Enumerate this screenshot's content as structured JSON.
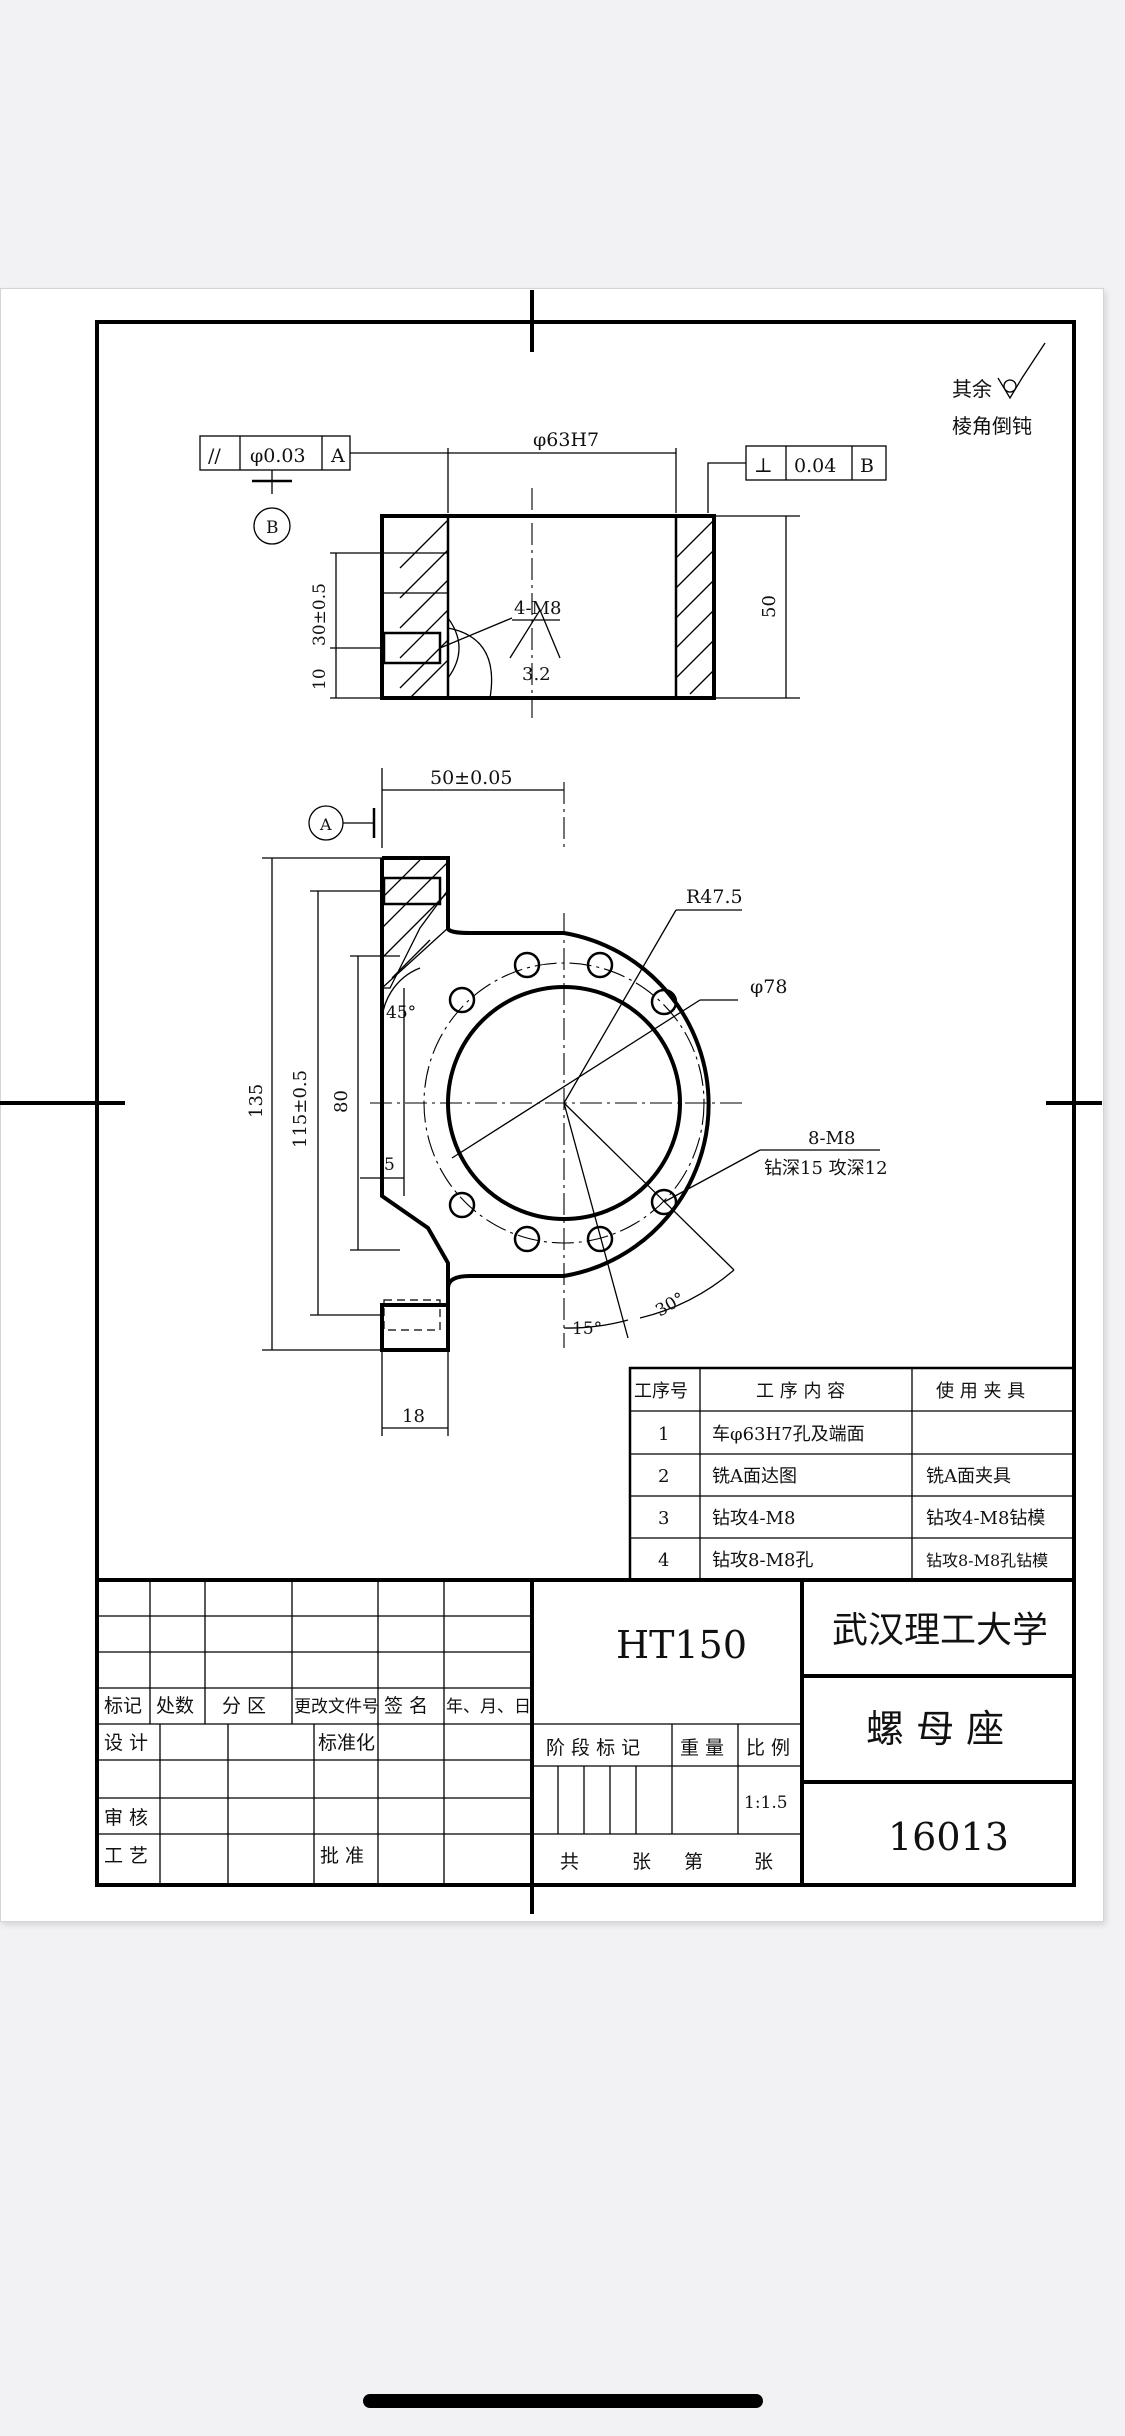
{
  "colors": {
    "ink": "#000000",
    "paper": "#ffffff",
    "background": "#f2f2f4"
  },
  "notes": {
    "surface_rest": "其余",
    "chamfer": "棱角倒钝"
  },
  "top_view": {
    "gdt_parallel": {
      "symbol": "//",
      "tolerance": "φ0.03",
      "datum": "A"
    },
    "gdt_perpendicular": {
      "symbol": "⊥",
      "tolerance": "0.04",
      "datum": "B"
    },
    "datum_b": "B",
    "dim_bore": "φ63H7",
    "dim_height": "50",
    "dim_30": "30±0.5",
    "dim_10": "10",
    "dim_thread": "4-M8",
    "roughness": "3.2"
  },
  "front_view": {
    "datum_a": "A",
    "dim_50": "50±0.05",
    "dim_r": "R47.5",
    "dim_phi78": "φ78",
    "dim_8m8": "8-M8",
    "dim_8m8_depth": "钻深15 攻深12",
    "dim_45": "45°",
    "dim_135": "135",
    "dim_115": "115±0.5",
    "dim_80": "80",
    "dim_5": "5",
    "dim_18": "18",
    "dim_15deg": "15°",
    "dim_30deg": "30°"
  },
  "process_table": {
    "headers": [
      "工序号",
      "工 序 内 容",
      "使 用 夹 具"
    ],
    "rows": [
      [
        "1",
        "车φ63H7孔及端面",
        ""
      ],
      [
        "2",
        "铣A面达图",
        "铣A面夹具"
      ],
      [
        "3",
        "钻攻4-M8",
        "钻攻4-M8钻模"
      ],
      [
        "4",
        "钻攻8-M8孔",
        "钻攻8-M8孔钻模"
      ]
    ]
  },
  "title_block": {
    "material": "HT150",
    "school": "武汉理工大学",
    "part_name": "螺 母 座",
    "drawing_no": "16013",
    "stage_mark": "阶 段 标 记",
    "weight": "重 量",
    "scale_label": "比 例",
    "scale": "1:1.5",
    "sheets": [
      "共",
      "张",
      "第",
      "张"
    ],
    "rev_headers": [
      "标记",
      "处数",
      "分 区",
      "更改文件号",
      "签 名",
      "年、月、日"
    ],
    "design": "设 计",
    "standardize": "标准化",
    "review": "审 核",
    "process": "工 艺",
    "approve": "批 准"
  }
}
